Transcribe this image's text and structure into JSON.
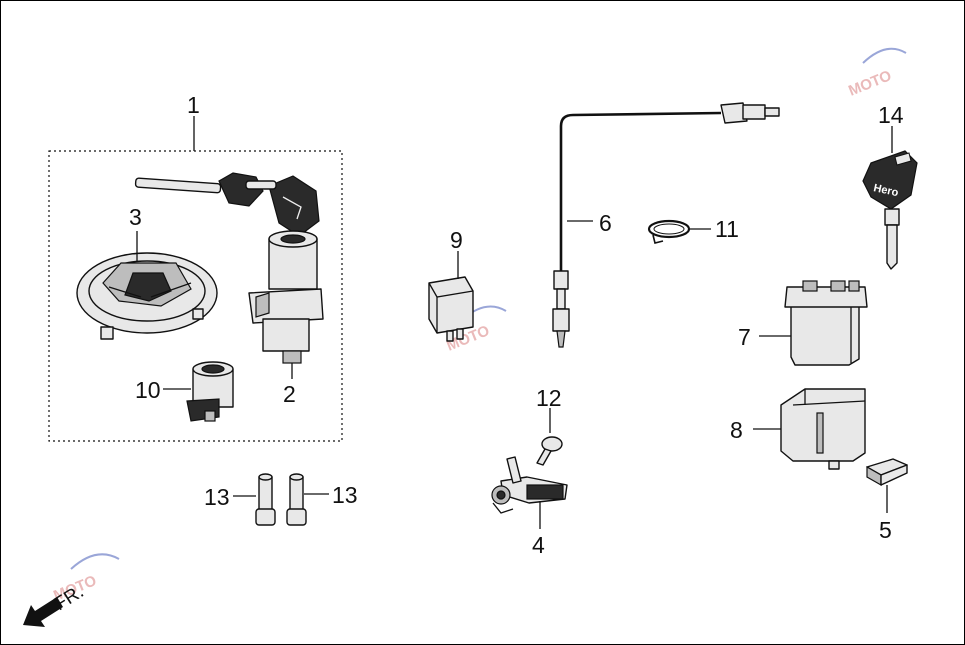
{
  "callouts": {
    "c1": "1",
    "c2": "2",
    "c3": "3",
    "c4": "4",
    "c5": "5",
    "c6": "6",
    "c7": "7",
    "c8": "8",
    "c9": "9",
    "c10": "10",
    "c11": "11",
    "c12": "12",
    "c13a": "13",
    "c13b": "13",
    "c14": "14"
  },
  "direction_label": "FR.",
  "key_brand": "Hero",
  "watermark": "MOTO"
}
